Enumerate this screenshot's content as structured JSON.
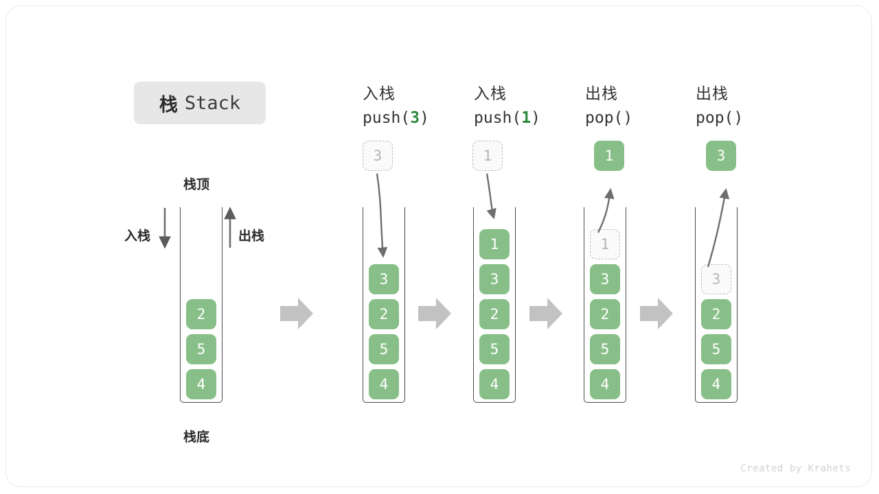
{
  "title": {
    "cn": "栈",
    "en": "Stack"
  },
  "labels": {
    "top": "栈顶",
    "bottom": "栈底",
    "push": "入栈",
    "pop": "出栈"
  },
  "credit": "Created by Krahets",
  "colors": {
    "element": "#88bf88",
    "element_text": "#ffffff",
    "ghost_border": "#bdbdbd",
    "ghost_text": "#b4b4b4",
    "accent_green": "#2f8a3e",
    "arrow": "#6e6e6e",
    "step_arrow": "#c2c2c2",
    "container_border": "#4a4a4a",
    "badge_bg": "#e7e7e7"
  },
  "columns": [
    {
      "id": "initial",
      "head_line1": "",
      "head_line2": "",
      "stack": [
        "4",
        "5",
        "2"
      ],
      "ghost_index": null,
      "float_box": null
    },
    {
      "id": "push-3",
      "head_line1": "入栈",
      "head_line2_prefix": "push(",
      "head_line2_num": "3",
      "head_line2_suffix": ")",
      "stack": [
        "4",
        "5",
        "2",
        "3"
      ],
      "ghost_index": null,
      "float_box": {
        "value": "3",
        "style": "ghost"
      }
    },
    {
      "id": "push-1",
      "head_line1": "入栈",
      "head_line2_prefix": "push(",
      "head_line2_num": "1",
      "head_line2_suffix": ")",
      "stack": [
        "4",
        "5",
        "2",
        "3",
        "1"
      ],
      "ghost_index": null,
      "float_box": {
        "value": "1",
        "style": "ghost"
      }
    },
    {
      "id": "pop-1",
      "head_line1": "出栈",
      "head_line2_prefix": "pop(",
      "head_line2_num": "",
      "head_line2_suffix": ")",
      "stack": [
        "4",
        "5",
        "2",
        "3",
        "1"
      ],
      "ghost_index": 4,
      "float_box": {
        "value": "1",
        "style": "solid"
      }
    },
    {
      "id": "pop-3",
      "head_line1": "出栈",
      "head_line2_prefix": "pop(",
      "head_line2_num": "",
      "head_line2_suffix": ")",
      "stack": [
        "4",
        "5",
        "2",
        "3"
      ],
      "ghost_index": 3,
      "float_box": {
        "value": "3",
        "style": "solid"
      }
    }
  ]
}
